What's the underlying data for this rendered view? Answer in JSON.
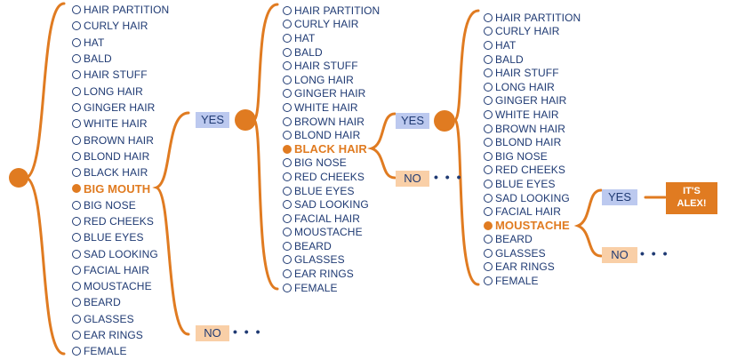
{
  "colors": {
    "accent": "#e07b21",
    "text": "#1f3a73",
    "yes_bg": "#bcc9ef",
    "no_bg": "#f9cfa7"
  },
  "columns": [
    {
      "highlight": "BIG MOUTH",
      "items": [
        "HAIR PARTITION",
        "CURLY HAIR",
        "HAT",
        "BALD",
        "HAIR STUFF",
        "LONG HAIR",
        "GINGER HAIR",
        "WHITE HAIR",
        "BROWN HAIR",
        "BLOND HAIR",
        "BLACK HAIR",
        "BIG MOUTH",
        "BIG NOSE",
        "RED CHEEKS",
        "BLUE EYES",
        "SAD LOOKING",
        "FACIAL HAIR",
        "MOUSTACHE",
        "BEARD",
        "GLASSES",
        "EAR RINGS",
        "FEMALE"
      ]
    },
    {
      "highlight": "BLACK HAIR",
      "items": [
        "HAIR PARTITION",
        "CURLY HAIR",
        "HAT",
        "BALD",
        "HAIR STUFF",
        "LONG HAIR",
        "GINGER HAIR",
        "WHITE HAIR",
        "BROWN HAIR",
        "BLOND HAIR",
        "BLACK HAIR",
        "BIG NOSE",
        "RED CHEEKS",
        "BLUE EYES",
        "SAD LOOKING",
        "FACIAL HAIR",
        "MOUSTACHE",
        "BEARD",
        "GLASSES",
        "EAR RINGS",
        "FEMALE"
      ]
    },
    {
      "highlight": "MOUSTACHE",
      "items": [
        "HAIR PARTITION",
        "CURLY HAIR",
        "HAT",
        "BALD",
        "HAIR STUFF",
        "LONG HAIR",
        "GINGER HAIR",
        "WHITE HAIR",
        "BROWN HAIR",
        "BLOND HAIR",
        "BIG NOSE",
        "RED CHEEKS",
        "BLUE EYES",
        "SAD LOOKING",
        "FACIAL HAIR",
        "MOUSTACHE",
        "BEARD",
        "GLASSES",
        "EAR RINGS",
        "FEMALE"
      ]
    }
  ],
  "branches": {
    "yes": "YES",
    "no": "NO",
    "ellipsis": "• • •"
  },
  "result": {
    "line1": "IT'S",
    "line2": "ALEX!"
  }
}
